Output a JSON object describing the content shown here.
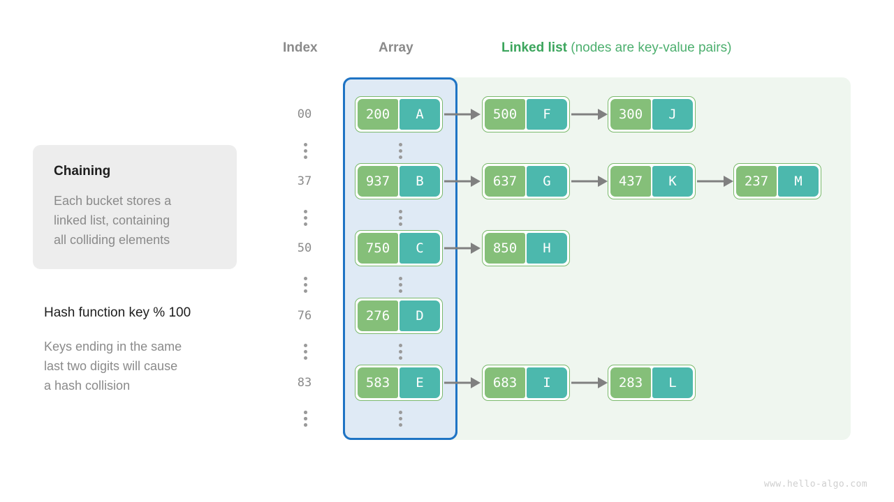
{
  "headers": {
    "index": "Index",
    "array": "Array",
    "linked_list_strong": "Linked list",
    "linked_list_sub": " (nodes are key-value pairs)"
  },
  "colors": {
    "array_panel_bg": "#dfeaf5",
    "array_panel_border": "#1f74c4",
    "linked_panel_bg": "#eff6ef",
    "node_border": "#7ab96c",
    "key_box": "#85bf79",
    "value_box": "#4cb8ad",
    "arrow": "#808080",
    "header_gray": "#8a8a8a",
    "linked_green": "#3ba55c",
    "card_bg": "#ededed",
    "body_text": "#8a8a8a",
    "title_text": "#1d1d1d"
  },
  "chaining_card": {
    "title": "Chaining",
    "body": "Each bucket stores a\nlinked list, containing\nall colliding elements"
  },
  "hash_note": {
    "title": "Hash function key % 100",
    "body": "Keys ending in the same\nlast two digits will cause\na hash collision"
  },
  "buckets": [
    {
      "index": "00",
      "nodes": [
        {
          "key": "200",
          "value": "A"
        },
        {
          "key": "500",
          "value": "F"
        },
        {
          "key": "300",
          "value": "J"
        }
      ]
    },
    {
      "index": "37",
      "nodes": [
        {
          "key": "937",
          "value": "B"
        },
        {
          "key": "637",
          "value": "G"
        },
        {
          "key": "437",
          "value": "K"
        },
        {
          "key": "237",
          "value": "M"
        }
      ]
    },
    {
      "index": "50",
      "nodes": [
        {
          "key": "750",
          "value": "C"
        },
        {
          "key": "850",
          "value": "H"
        }
      ]
    },
    {
      "index": "76",
      "nodes": [
        {
          "key": "276",
          "value": "D"
        }
      ]
    },
    {
      "index": "83",
      "nodes": [
        {
          "key": "583",
          "value": "E"
        },
        {
          "key": "683",
          "value": "I"
        },
        {
          "key": "283",
          "value": "L"
        }
      ]
    }
  ],
  "ellipsis_rows": 6,
  "watermark": "www.hello-algo.com"
}
